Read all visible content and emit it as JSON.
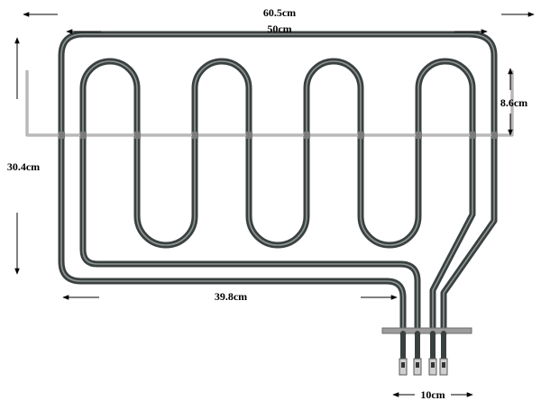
{
  "figure": {
    "type": "heating-element-dimension-diagram",
    "colors": {
      "background": "#ffffff",
      "element_tube": "#3a4040",
      "element_highlight": "#8f9696",
      "bracket": "#a8a8a8",
      "dimension_arrow": "#000000"
    },
    "dimensions": {
      "overall_width": "60.5cm",
      "inner_width": "50cm",
      "overall_height": "30.4cm",
      "bracket_height": "8.6cm",
      "lower_loop_width": "39.8cm",
      "terminal_spacing": "10cm"
    }
  }
}
